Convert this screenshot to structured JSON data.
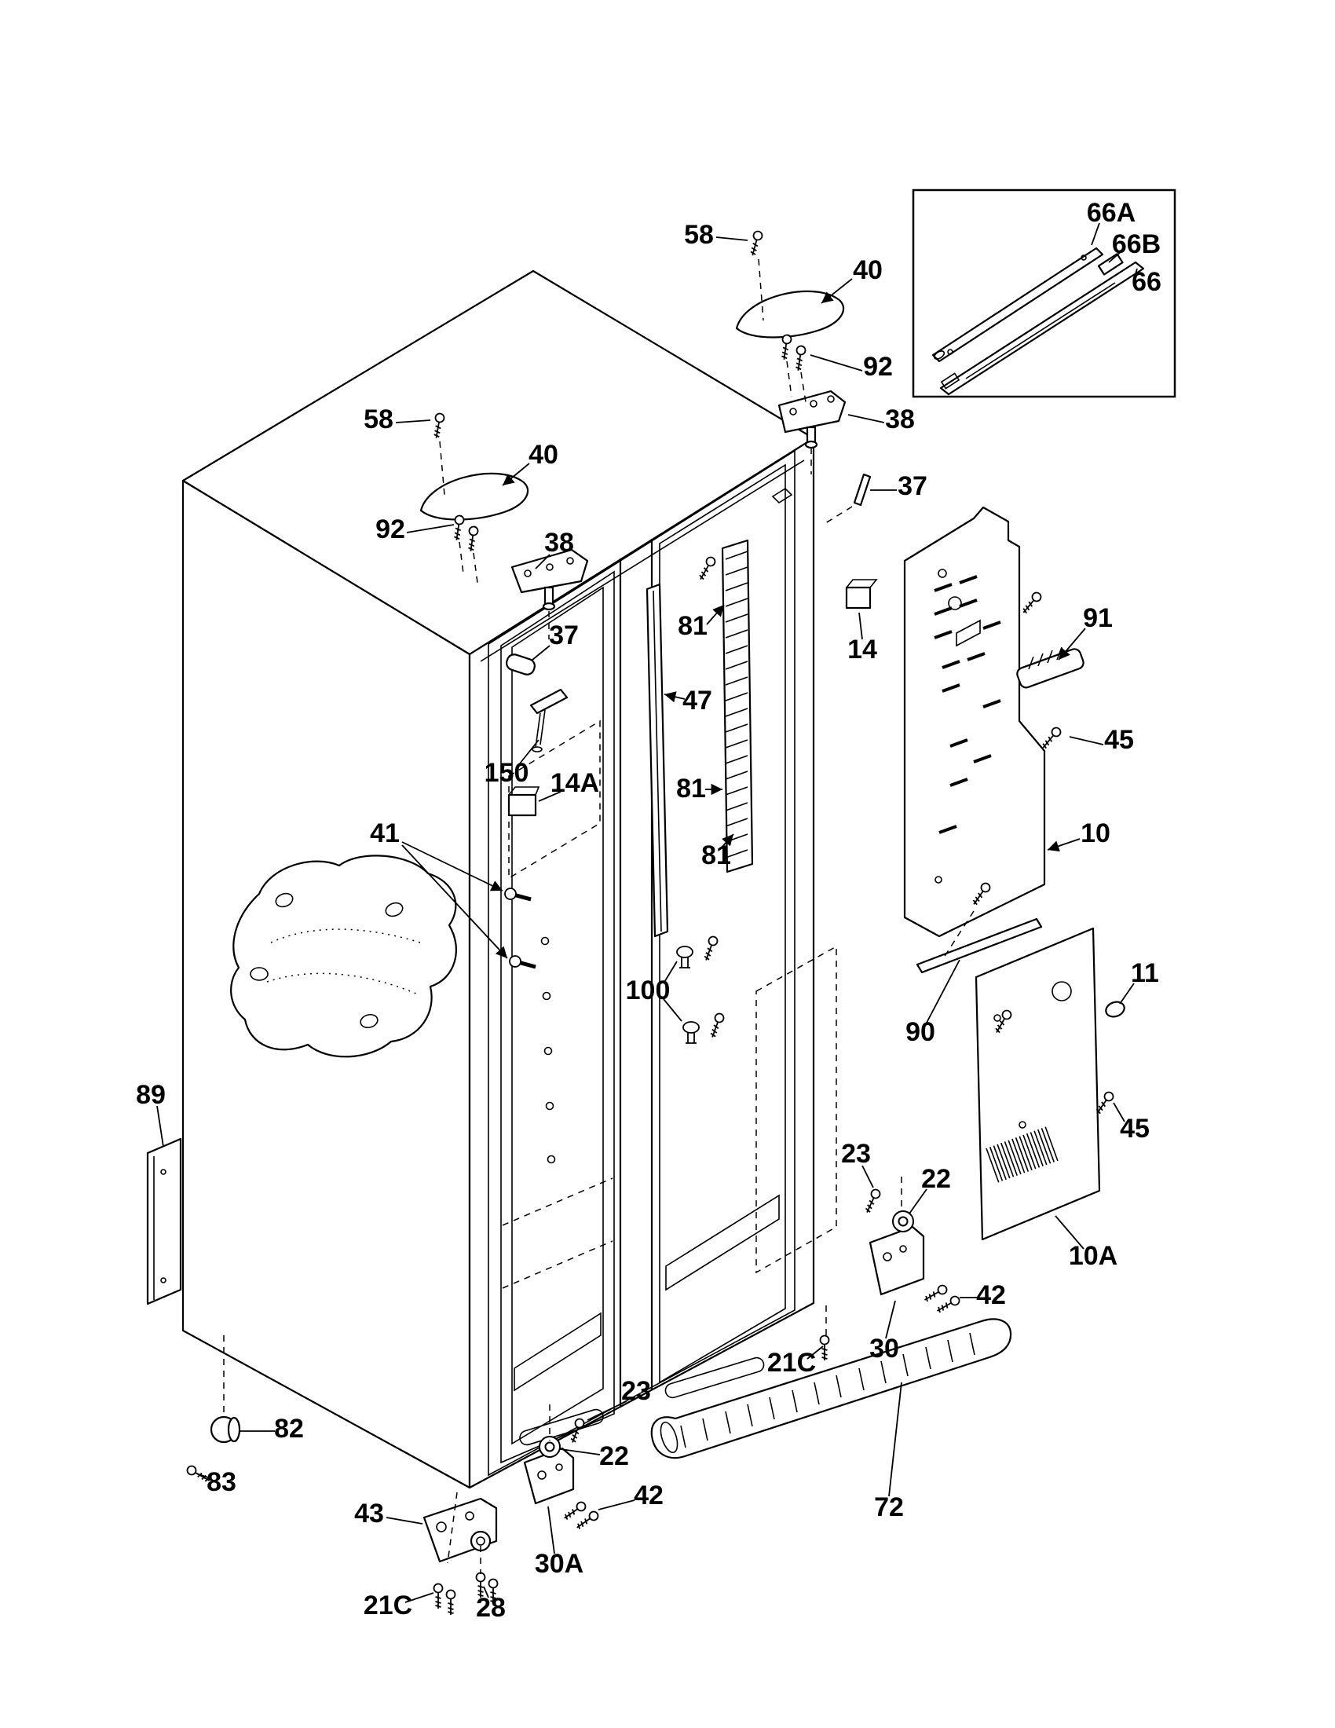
{
  "page": {
    "background": "#ffffff",
    "ink": "#000000",
    "kind": "exploded-parts-diagram"
  },
  "diagram": {
    "callouts": [
      {
        "id": "58-top",
        "label": "58"
      },
      {
        "id": "40-top",
        "label": "40"
      },
      {
        "id": "66A",
        "label": "66A"
      },
      {
        "id": "66B",
        "label": "66B"
      },
      {
        "id": "66",
        "label": "66"
      },
      {
        "id": "92-right",
        "label": "92"
      },
      {
        "id": "38-right",
        "label": "38"
      },
      {
        "id": "58-left",
        "label": "58"
      },
      {
        "id": "40-left",
        "label": "40"
      },
      {
        "id": "37-right",
        "label": "37"
      },
      {
        "id": "92-left",
        "label": "92"
      },
      {
        "id": "38-left",
        "label": "38"
      },
      {
        "id": "37-left",
        "label": "37"
      },
      {
        "id": "81-upper",
        "label": "81"
      },
      {
        "id": "14",
        "label": "14"
      },
      {
        "id": "91",
        "label": "91"
      },
      {
        "id": "47",
        "label": "47"
      },
      {
        "id": "45-upper",
        "label": "45"
      },
      {
        "id": "150",
        "label": "150"
      },
      {
        "id": "14A",
        "label": "14A"
      },
      {
        "id": "81-middle",
        "label": "81"
      },
      {
        "id": "10",
        "label": "10"
      },
      {
        "id": "41",
        "label": "41"
      },
      {
        "id": "81-lower",
        "label": "81"
      },
      {
        "id": "100",
        "label": "100"
      },
      {
        "id": "11",
        "label": "11"
      },
      {
        "id": "90",
        "label": "90"
      },
      {
        "id": "45-lower",
        "label": "45"
      },
      {
        "id": "89",
        "label": "89"
      },
      {
        "id": "23-right",
        "label": "23"
      },
      {
        "id": "22-right",
        "label": "22"
      },
      {
        "id": "10A",
        "label": "10A"
      },
      {
        "id": "42-right",
        "label": "42"
      },
      {
        "id": "30",
        "label": "30"
      },
      {
        "id": "21C-right",
        "label": "21C"
      },
      {
        "id": "23-left",
        "label": "23"
      },
      {
        "id": "82",
        "label": "82"
      },
      {
        "id": "22-left",
        "label": "22"
      },
      {
        "id": "83",
        "label": "83"
      },
      {
        "id": "42-left",
        "label": "42"
      },
      {
        "id": "43",
        "label": "43"
      },
      {
        "id": "72",
        "label": "72"
      },
      {
        "id": "30A",
        "label": "30A"
      },
      {
        "id": "21C-left",
        "label": "21C"
      },
      {
        "id": "28",
        "label": "28"
      }
    ]
  }
}
